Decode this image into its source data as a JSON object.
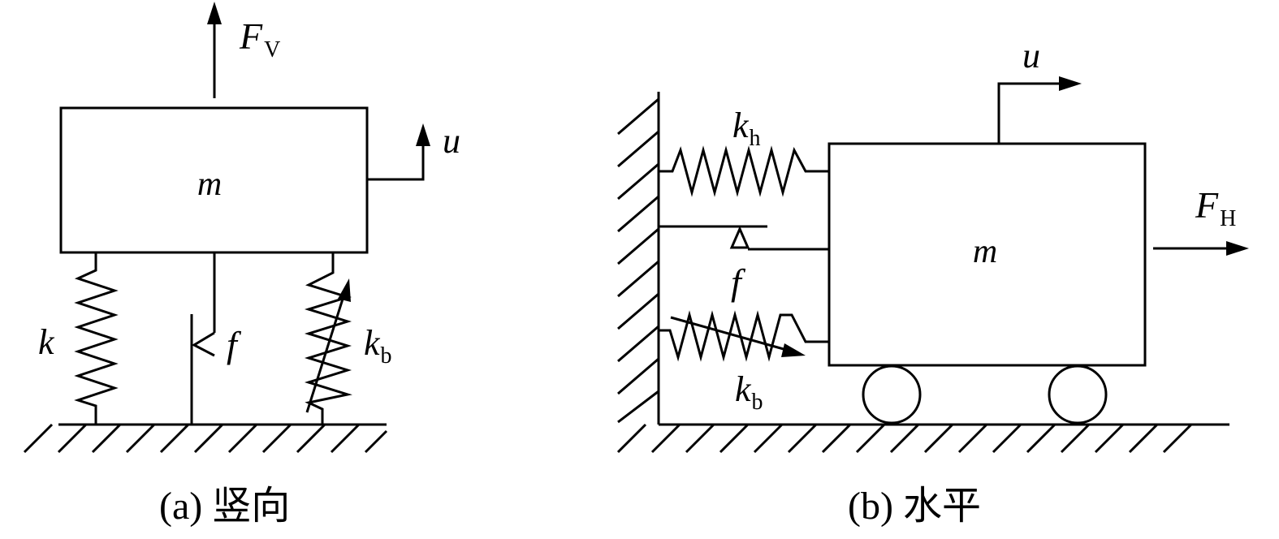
{
  "panel_a": {
    "caption": "(a) 竖向",
    "force": {
      "symbol": "F",
      "sub": "V"
    },
    "displacement": "u",
    "mass": "m",
    "spring": "k",
    "friction": "f",
    "bearing_spring": {
      "symbol": "k",
      "sub": "b"
    }
  },
  "panel_b": {
    "caption": "(b) 水平",
    "force": {
      "symbol": "F",
      "sub": "H"
    },
    "displacement": "u",
    "mass": "m",
    "spring": {
      "symbol": "k",
      "sub": "h"
    },
    "friction": "f",
    "bearing_spring": {
      "symbol": "k",
      "sub": "b"
    }
  }
}
